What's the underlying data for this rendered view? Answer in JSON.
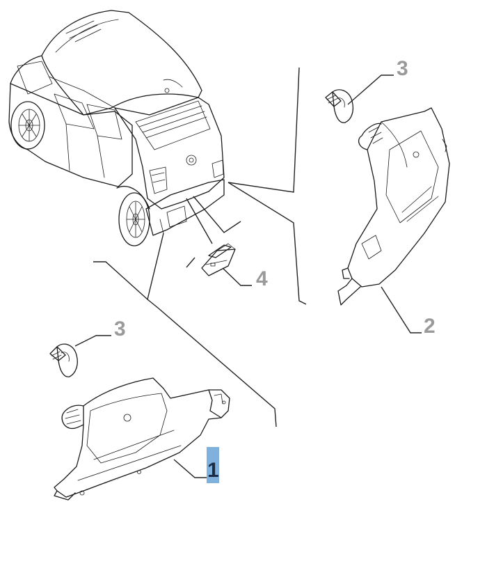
{
  "callouts": {
    "lamp_left": "1",
    "lamp_right": "2",
    "bulb_top": "3",
    "bulb_bottom": "3",
    "plate_light": "4"
  },
  "colors": {
    "line": "#1a1a1a",
    "callout_text": "#9a9a9a",
    "highlight_fill": "#7fb1dc",
    "highlight_text": "#1b2d45"
  }
}
